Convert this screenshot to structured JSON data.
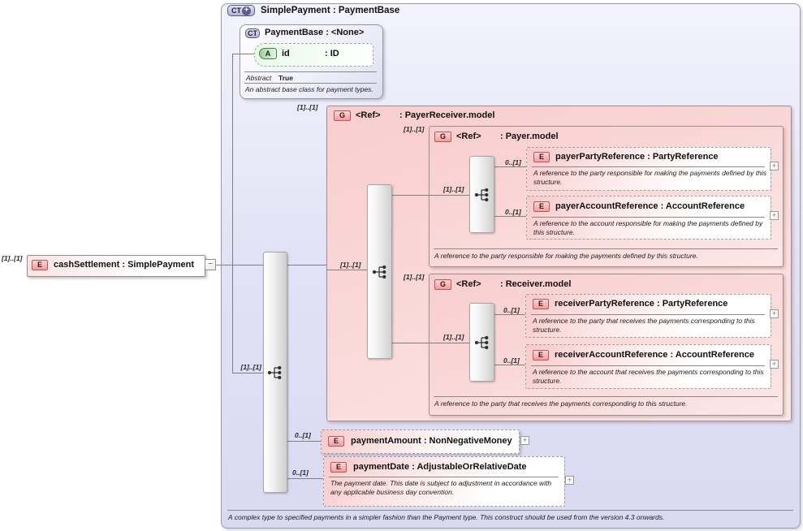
{
  "badges": {
    "ct": "CT",
    "e": "E",
    "g": "G",
    "a": "A",
    "plus": "+",
    "minus": "−",
    "expand": "+"
  },
  "cardinality": {
    "one_one": "[1]..[1]",
    "zero_one": "0..[1]"
  },
  "root": {
    "title": "SimplePayment : PaymentBase",
    "footer": "A complex type to specified payments in a simpler fashion than the Payment type. This construct should be used from the version 4.3 onwards."
  },
  "payment_base": {
    "title": "PaymentBase : <None>",
    "attribute_name": "id",
    "attribute_type": ": ID",
    "abstract_label": "Abstract",
    "abstract_value": "True",
    "description": "An abstract base class for payment types."
  },
  "cash_settlement": {
    "label": "cashSettlement : SimplePayment"
  },
  "payer_receiver_group": {
    "ref": "<Ref>",
    "type": ": PayerReceiver.model"
  },
  "payer_group": {
    "ref": "<Ref>",
    "type": ": Payer.model",
    "footer": "A reference to the party responsible for making the payments defined by this structure."
  },
  "receiver_group": {
    "ref": "<Ref>",
    "type": ": Receiver.model",
    "footer": "A reference to the party that receives the payments corresponding to this structure."
  },
  "payer_party_reference": {
    "label": "payerPartyReference : PartyReference",
    "description": "A reference to the party responsible for making the payments defined by this structure."
  },
  "payer_account_reference": {
    "label": "payerAccountReference : AccountReference",
    "description": "A reference to the account responsible for making the payments defined by this structure."
  },
  "receiver_party_reference": {
    "label": "receiverPartyReference : PartyReference",
    "description": "A reference to the party that receives the payments corresponding to this structure."
  },
  "receiver_account_reference": {
    "label": "receiverAccountReference : AccountReference",
    "description": "A reference to the account that receives the payments corresponding to this structure."
  },
  "payment_amount": {
    "label": "paymentAmount : NonNegativeMoney"
  },
  "payment_date": {
    "label": "paymentDate : AdjustableOrRelativeDate",
    "description": "The payment date. This date is subject to adjustment in accordance with any applicable business day convention."
  },
  "colors": {
    "lavender": "#e3e3f6",
    "pink": "#f8cecd",
    "green": "#eafaea",
    "line": "#808080"
  }
}
